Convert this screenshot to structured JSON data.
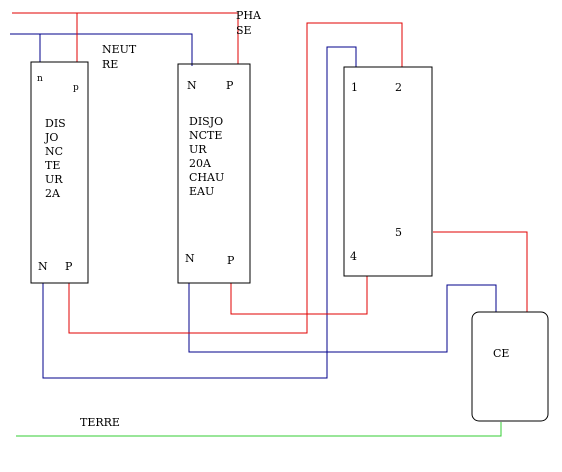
{
  "labels": {
    "phase_line1": "PHA",
    "phase_line2": "SE",
    "neutre_line1": "NEUT",
    "neutre_line2": "RE",
    "terre": "TERRE"
  },
  "breaker_1": {
    "top_n": "n",
    "top_p": "p",
    "name_lines": [
      "DIS",
      "JO",
      "NC",
      "TE",
      "UR",
      "2A"
    ],
    "bottom_n": "N",
    "bottom_p": "P"
  },
  "breaker_2": {
    "top_n": "N",
    "top_p": "P",
    "name_lines": [
      "DISJO",
      "NCTE",
      "UR",
      "20A",
      "CHAU",
      "EAU"
    ],
    "bottom_n": "N",
    "bottom_p": "P"
  },
  "contactor": {
    "term_1": "1",
    "term_2": "2",
    "term_4": "4",
    "term_5": "5"
  },
  "water_heater": {
    "label": "CE"
  },
  "colors": {
    "phase": "#e00000",
    "neutral": "#00008b",
    "earth": "#33cc33",
    "outline": "#000000"
  }
}
